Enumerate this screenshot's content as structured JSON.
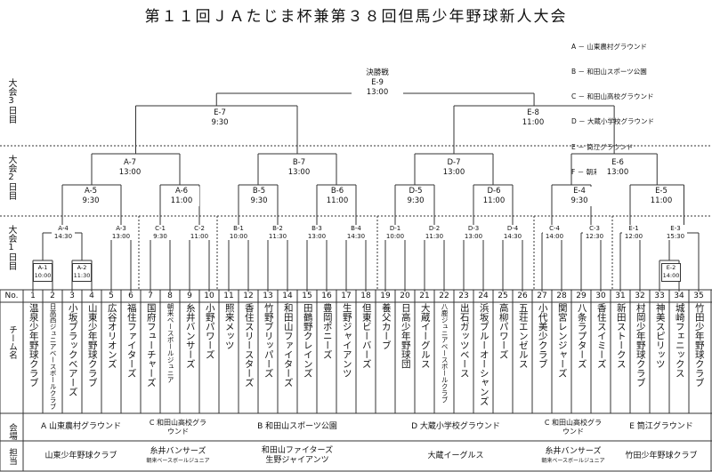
{
  "title": "第１１回ＪＡたじま杯兼第３８回但馬少年野球新人大会",
  "legend": [
    "A － 山東農村グラウンド",
    "B － 和田山スポーツ公園",
    "C － 和田山高校グラウンド",
    "D － 大蔵小学校グラウンド",
    "E － 筒江グラウンド",
    "F － 朝来グランド"
  ],
  "days": {
    "day3": "大会3日目",
    "day2": "大会2日目",
    "day1": "大会1日目"
  },
  "final": {
    "label": "決勝戦",
    "code": "E-9",
    "time": "13:00"
  },
  "semis": [
    {
      "code": "E-7",
      "time": "9:30"
    },
    {
      "code": "E-8",
      "time": "11:00"
    }
  ],
  "quarters": [
    {
      "code": "A-7",
      "time": "13:00"
    },
    {
      "code": "B-7",
      "time": "13:00"
    },
    {
      "code": "D-7",
      "time": "13:00"
    },
    {
      "code": "E-6",
      "time": "13:00"
    }
  ],
  "r16": [
    {
      "code": "A-5",
      "time": "9:30"
    },
    {
      "code": "A-6",
      "time": "11:00"
    },
    {
      "code": "B-5",
      "time": "9:30"
    },
    {
      "code": "B-6",
      "time": "11:00"
    },
    {
      "code": "D-5",
      "time": "9:30"
    },
    {
      "code": "D-6",
      "time": "11:00"
    },
    {
      "code": "E-4",
      "time": "9:30"
    },
    {
      "code": "E-5",
      "time": "11:00"
    }
  ],
  "r32": [
    {
      "code": "A-4",
      "time": "14:30"
    },
    {
      "code": "A-3",
      "time": "13:00"
    },
    {
      "code": "C-1",
      "time": "9:30"
    },
    {
      "code": "C-2",
      "time": "11:00"
    },
    {
      "code": "B-1",
      "time": "10:00"
    },
    {
      "code": "B-2",
      "time": "11:30"
    },
    {
      "code": "B-3",
      "time": "13:00"
    },
    {
      "code": "B-4",
      "time": "14:30"
    },
    {
      "code": "D-1",
      "time": "10:00"
    },
    {
      "code": "D-2",
      "time": "11:30"
    },
    {
      "code": "D-3",
      "time": "13:00"
    },
    {
      "code": "D-4",
      "time": "14:30"
    },
    {
      "code": "C-4",
      "time": "14:00"
    },
    {
      "code": "C-3",
      "time": "12:30"
    },
    {
      "code": "E-1",
      "time": "12:00"
    },
    {
      "code": "E-3",
      "time": "15:30"
    }
  ],
  "r64": [
    {
      "code": "A-1",
      "time": "10:00"
    },
    {
      "code": "A-2",
      "time": "11:30"
    },
    {
      "code": "E-2",
      "time": "14:00"
    }
  ],
  "header_no": "No.",
  "labels": {
    "team": "チーム名",
    "venue": "会場",
    "host": "担当"
  },
  "teams": [
    "温泉少年野球クラブ",
    "日高西ジュニアベースボールクラブ",
    "小坂ブラックベアーズ",
    "山東少年野球クラブ",
    "広谷オリオンズ",
    "福住ファイターズ",
    "国府フューチャーズ",
    "朝来ベースボールジュニア",
    "糸井バンサーズ",
    "小野パワーズ",
    "照来メッツ",
    "香住スリースターズ",
    "竹野ブリッパーズ",
    "和田山ファイターズ",
    "田鶴野クレインズ",
    "豊岡ポニーズ",
    "生野ジャイアンツ",
    "但東ビーバーズ",
    "養父カーブ",
    "日高少年野球団",
    "大蔵イーグルス",
    "八鹿ジュニアベースボールクラブ",
    "出石ガッツベース",
    "浜坂ブルーオーシャンズ",
    "高柳パワーズ",
    "五荘エンゼルス",
    "小代美少クラブ",
    "関宮レンジャーズ",
    "八条ラプターズ",
    "香住スイミーズ",
    "新田ストークス",
    "村岡少年野球クラブ",
    "神美スピリッツ",
    "城崎フェニックス",
    "竹田少年野球クラブ"
  ],
  "venues": [
    {
      "text": "A 山東農村グラウンド"
    },
    {
      "text": "C 和田山高校グラウンド"
    },
    {
      "text": "B 和田山スポーツ公園"
    },
    {
      "text": "D 大蔵小学校グラウンド"
    },
    {
      "text": "C 和田山高校グラウンド"
    },
    {
      "text": "E 筒江グラウンド"
    }
  ],
  "hosts": [
    {
      "line1": "山東少年野球クラブ",
      "line2": ""
    },
    {
      "line1": "糸井バンサーズ",
      "line2": "朝来ベースボールジュニア"
    },
    {
      "line1": "和田山ファイターズ",
      "line2": "生野ジャイアンツ"
    },
    {
      "line1": "大蔵イーグルス",
      "line2": ""
    },
    {
      "line1": "糸井バンサーズ",
      "line2": "朝来ベースボールジュニア"
    },
    {
      "line1": "竹田少年野球クラブ",
      "line2": ""
    }
  ]
}
